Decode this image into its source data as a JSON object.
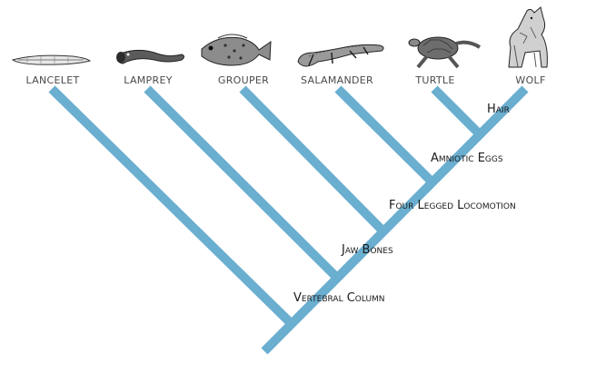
{
  "colors": {
    "branch": "#6aaed0",
    "label": "#4a4a4a",
    "trait": "#1a1a1a"
  },
  "taxa": [
    {
      "label": "LANCELET",
      "icon": "lancelet-icon"
    },
    {
      "label": "LAMPREY",
      "icon": "lamprey-icon"
    },
    {
      "label": "GROUPER",
      "icon": "grouper-fish-icon"
    },
    {
      "label": "SALAMANDER",
      "icon": "salamander-icon"
    },
    {
      "label": "TURTLE",
      "icon": "turtle-icon"
    },
    {
      "label": "WOLF",
      "icon": "wolf-icon"
    }
  ],
  "traits": [
    {
      "label": "Hair"
    },
    {
      "label": "Amniotic Eggs"
    },
    {
      "label": "Four Legged Locomotion"
    },
    {
      "label": "Jaw Bones"
    },
    {
      "label": "Vertebral Column"
    }
  ]
}
